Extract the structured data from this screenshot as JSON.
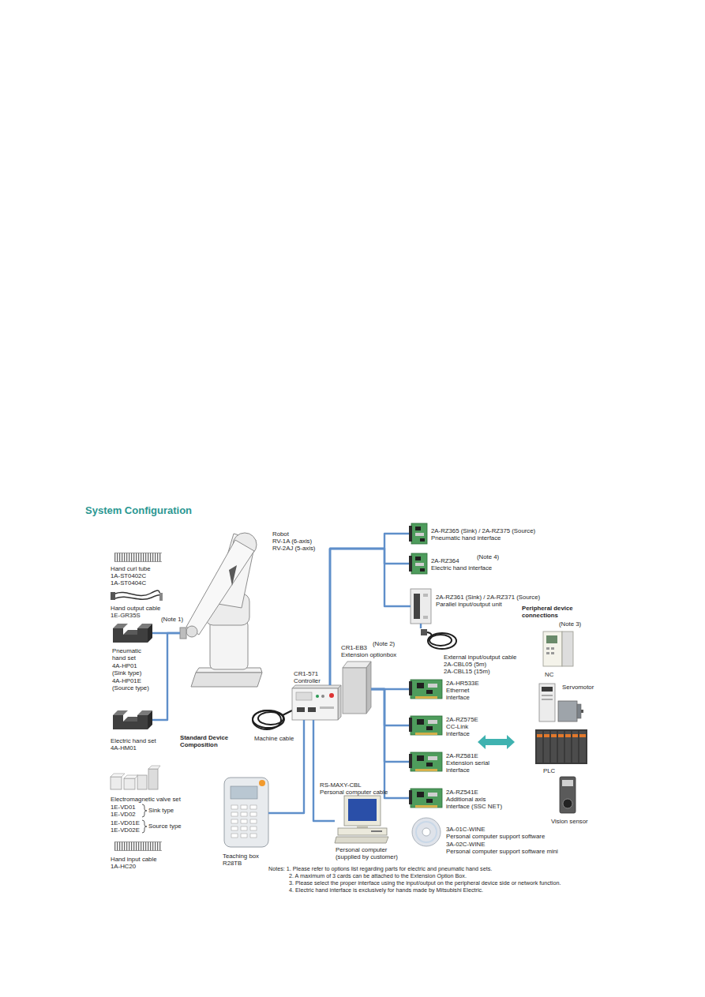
{
  "diagram": {
    "nodes": [
      {
        "text": [
          "System Configuration"
        ]
      },
      {
        "text": [
          "Hand curl tube",
          "1A-ST0402C",
          "1A-ST0404C"
        ],
        "in": 0
      },
      {
        "text": [
          "Hand output cable",
          "1E-GR35S"
        ],
        "in": 0
      },
      {
        "text": [
          "Pneumatic hand set",
          "4A-HP01",
          "(Sink type)",
          "4A-HP01E",
          "(Source type)"
        ],
        "in": 0
      },
      {
        "text": [
          "Electric hand set",
          "4A-HM01"
        ],
        "in": 0
      },
      {
        "text": [
          "Electromagnetic valve set",
          "1E-VD01",
          "1E-VD02",
          "1E-VD01E",
          "1E-VD02E"
        ],
        "in": 0
      },
      {
        "text": [
          "Hand input cable",
          "1A-HC20"
        ],
        "in": 0
      },
      {
        "text": [
          "Standard Device Composition"
        ],
        "in": 0
      },
      {
        "text": [
          "Robot",
          "RV-1A (6-axis)",
          "RV-2AJ (5-axis)"
        ],
        "in": 7
      },
      {
        "text": [
          "CR1-571",
          "Controller"
        ],
        "in": 7
      },
      {
        "text": [
          "Machine cable"
        ],
        "in": 7
      },
      {
        "text": [
          "CR1-EB3",
          "Extension optionbox"
        ],
        "in": 0
      },
      {
        "text": [
          "2A-RZ365 (Sink) / 2A-RZ375 (Source)",
          "Pneumatic hand interface"
        ],
        "in": 0
      },
      {
        "text": [
          "2A-RZ364",
          "Electric hand interface"
        ],
        "in": 0
      },
      {
        "text": [
          "2A-RZ361 (Sink) / 2A-RZ371 (Source)",
          "Parallel input/output unit"
        ],
        "in": 0
      },
      {
        "text": [
          "External input/output cable",
          "2A-CBL05 (5m)",
          "2A-CBL15 (15m)"
        ],
        "in": 0
      },
      {
        "text": [
          "2A-HR533E",
          "Ethernet interface"
        ],
        "in": 0
      },
      {
        "text": [
          "2A-RZ575E",
          "CC-Link interface"
        ],
        "in": 0
      },
      {
        "text": [
          "2A-RZ581E",
          "Extension serial interface"
        ],
        "in": 0
      },
      {
        "text": [
          "2A-RZ541E",
          "Additional axis interface (SSC NET)"
        ],
        "in": 0
      },
      {
        "text": [
          "Peripheral device connections",
          "(Note 3)"
        ],
        "in": 0
      },
      {
        "text": [
          "NC"
        ],
        "in": 20
      },
      {
        "text": [
          "Servomotor"
        ],
        "in": 20
      },
      {
        "text": [
          "PLC"
        ],
        "in": 20
      },
      {
        "text": [
          "Vision sensor"
        ],
        "in": 20
      },
      {
        "text": [
          "Teaching box",
          "R28TB"
        ],
        "in": 0
      },
      {
        "text": [
          "Personal computer",
          "(supplied by customer)"
        ],
        "in": 0
      },
      {
        "text": [
          "3A-01C-WINE",
          "Personal computer support software",
          "3A-02C-WINE",
          "Personal computer support software mini"
        ],
        "in": 0
      }
    ],
    "edges": [
      {
        "from": 3,
        "to": 8,
        "arrow": "none"
      },
      {
        "from": 4,
        "to": 8,
        "arrow": "none"
      },
      {
        "from": 9,
        "to": 12,
        "arrow": "none"
      },
      {
        "from": 9,
        "to": 13,
        "arrow": "none"
      },
      {
        "from": 9,
        "to": 14,
        "arrow": "none"
      },
      {
        "from": 14,
        "to": 15,
        "arrow": "none"
      },
      {
        "from": 11,
        "to": 16,
        "arrow": "none"
      },
      {
        "from": 11,
        "to": 17,
        "arrow": "none"
      },
      {
        "from": 11,
        "to": 18,
        "arrow": "none"
      },
      {
        "from": 11,
        "to": 19,
        "arrow": "none"
      },
      {
        "from": 9,
        "to": 25,
        "arrow": "none"
      },
      {
        "from": 9,
        "to": 26,
        "arrow": "none"
      }
    ],
    "labels": [
      "(Note 1)",
      "(Note 2)",
      "(Note 4)",
      "Sink type",
      "Source type",
      "RS-MAXY-CBL",
      "Personal computer cable",
      "Notes: 1. Please refer to options list regarding parts for electric and pneumatic hand sets.",
      "2. A maximum of 3 cards can be attached to the Extension Option Box.",
      "3. Please select the proper interface using the input/output on the peripheral device side or network function.",
      "4. Electric hand interface is exclusively for hands made by Mitsubishi Electric."
    ]
  }
}
